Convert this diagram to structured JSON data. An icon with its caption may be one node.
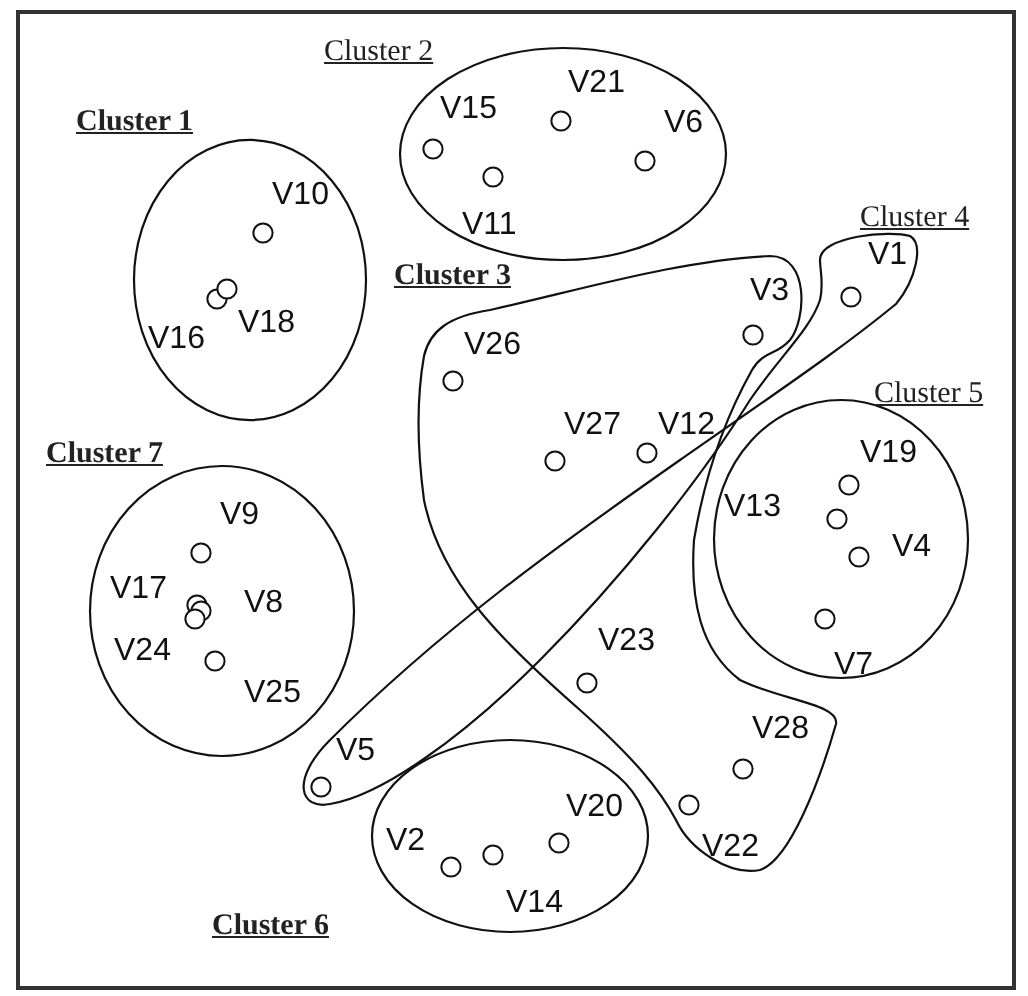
{
  "diagram": {
    "nodes": [
      {
        "text": [
          "Cluster 1"
        ]
      },
      {
        "text": [
          "V10"
        ],
        "in": 0
      },
      {
        "text": [
          "V16"
        ],
        "in": 0
      },
      {
        "text": [
          "V18"
        ],
        "in": 0
      },
      {
        "text": [
          "Cluster 2"
        ]
      },
      {
        "text": [
          "V15"
        ],
        "in": 4
      },
      {
        "text": [
          "V21"
        ],
        "in": 4
      },
      {
        "text": [
          "V6"
        ],
        "in": 4
      },
      {
        "text": [
          "V11"
        ],
        "in": 4
      },
      {
        "text": [
          "Cluster 3"
        ]
      },
      {
        "text": [
          "V26"
        ],
        "in": 9
      },
      {
        "text": [
          "V3"
        ],
        "in": 9
      },
      {
        "text": [
          "V27"
        ],
        "in": 9
      },
      {
        "text": [
          "V12"
        ],
        "in": 9
      },
      {
        "text": [
          "V23"
        ],
        "in": 9
      },
      {
        "text": [
          "V28"
        ],
        "in": 9
      },
      {
        "text": [
          "V22"
        ],
        "in": 9
      },
      {
        "text": [
          "Cluster 4"
        ]
      },
      {
        "text": [
          "V1"
        ],
        "in": 17
      },
      {
        "text": [
          "V5"
        ],
        "in": 17
      },
      {
        "text": [
          "Cluster 5"
        ]
      },
      {
        "text": [
          "V19"
        ],
        "in": 20
      },
      {
        "text": [
          "V13"
        ],
        "in": 20
      },
      {
        "text": [
          "V4"
        ],
        "in": 20
      },
      {
        "text": [
          "V7"
        ],
        "in": 20
      },
      {
        "text": [
          "Cluster 6"
        ]
      },
      {
        "text": [
          "V2"
        ],
        "in": 25
      },
      {
        "text": [
          "V14"
        ],
        "in": 25
      },
      {
        "text": [
          "V20"
        ],
        "in": 25
      },
      {
        "text": [
          "Cluster 7"
        ]
      },
      {
        "text": [
          "V9"
        ],
        "in": 29
      },
      {
        "text": [
          "V17"
        ],
        "in": 29
      },
      {
        "text": [
          "V8"
        ],
        "in": 29
      },
      {
        "text": [
          "V24"
        ],
        "in": 29
      },
      {
        "text": [
          "V25"
        ],
        "in": 29
      }
    ]
  }
}
